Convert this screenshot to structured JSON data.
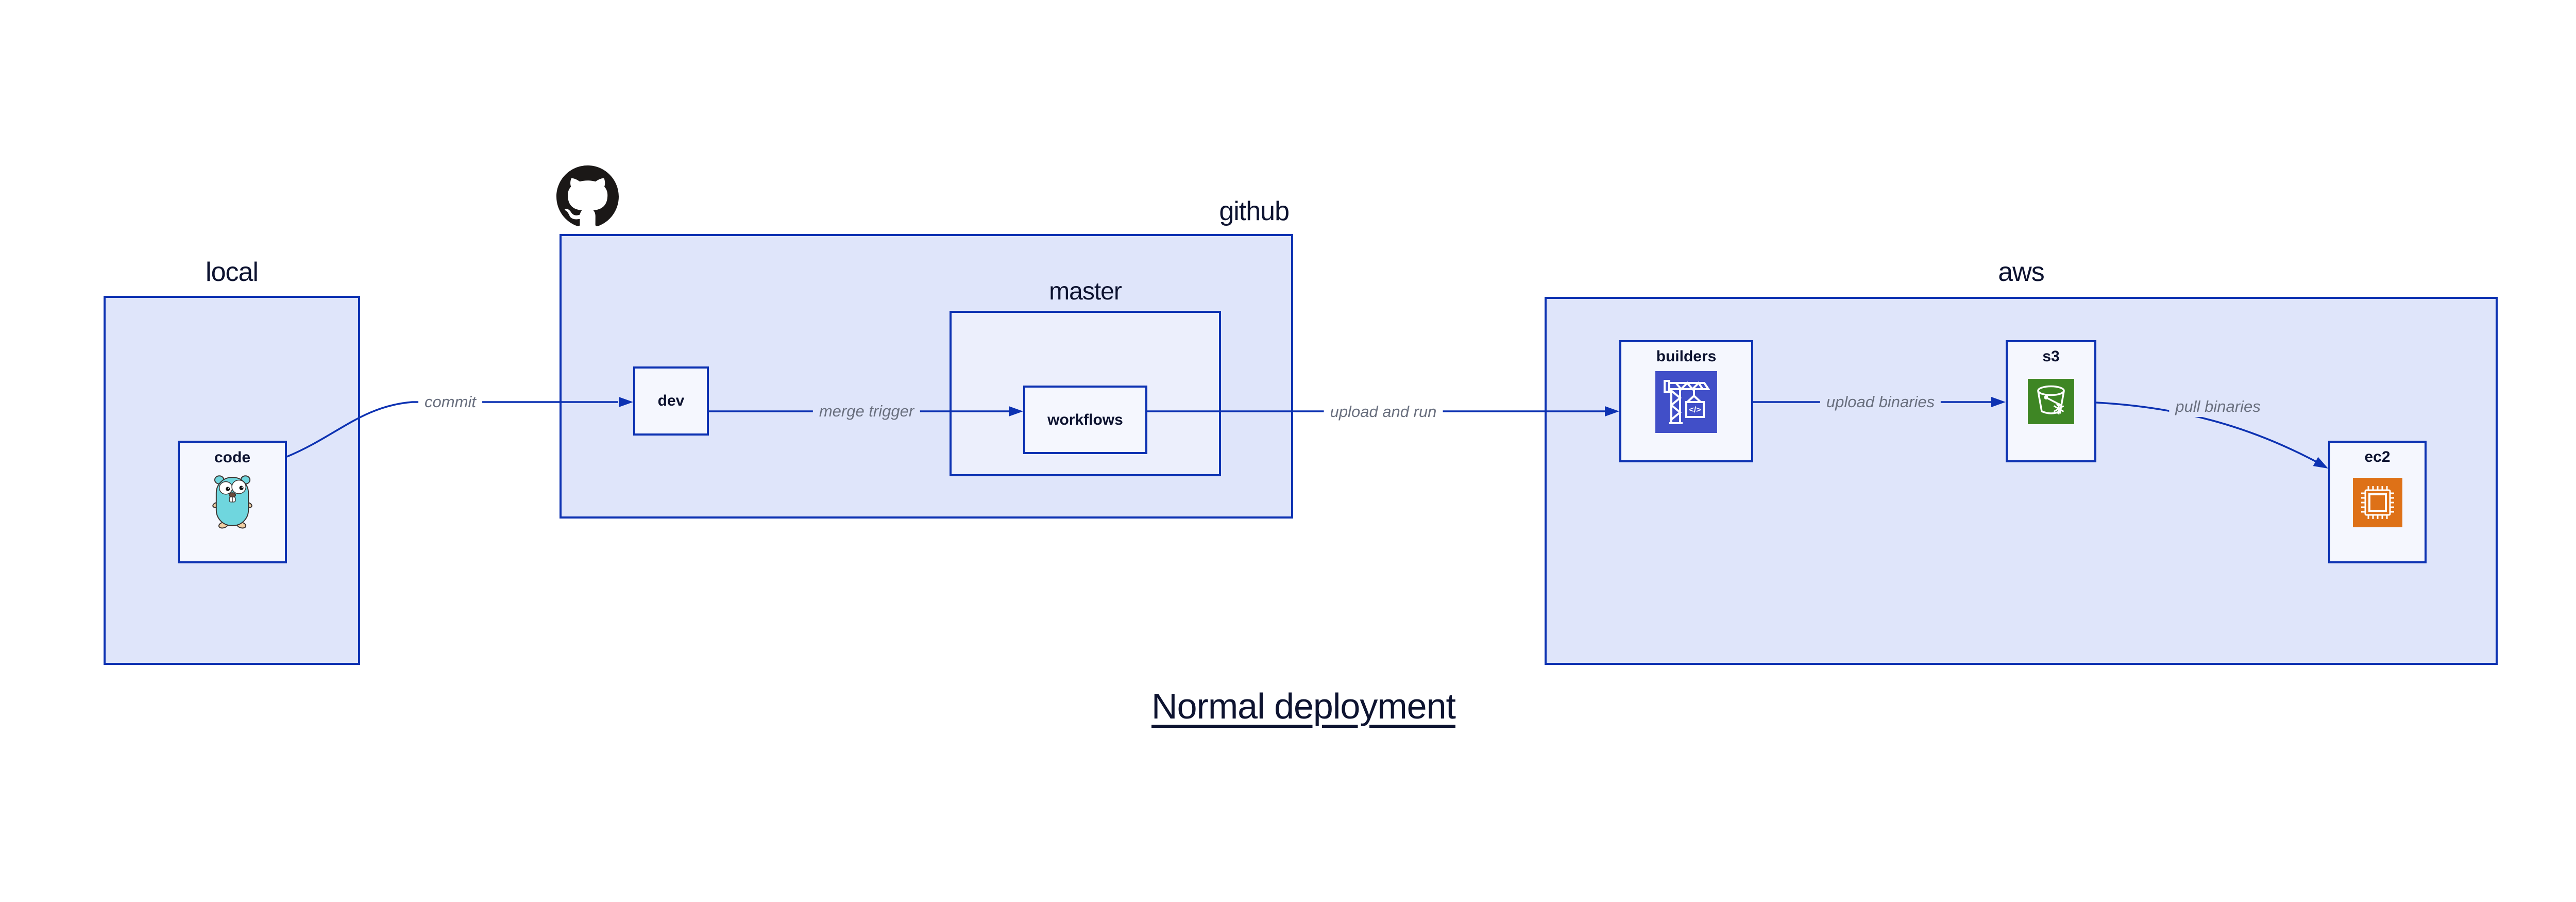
{
  "title": "Normal deployment",
  "containers": {
    "local": {
      "label": "local"
    },
    "github": {
      "label": "github"
    },
    "master": {
      "label": "master"
    },
    "aws": {
      "label": "aws"
    }
  },
  "nodes": {
    "code": {
      "label": "code",
      "icon": "go-gopher-icon"
    },
    "dev": {
      "label": "dev"
    },
    "workflows": {
      "label": "workflows"
    },
    "builders": {
      "label": "builders",
      "icon": "codebuild-crane-icon",
      "icon_glyph": "</>"
    },
    "s3": {
      "label": "s3",
      "icon": "s3-bucket-icon"
    },
    "ec2": {
      "label": "ec2",
      "icon": "ec2-chip-icon"
    }
  },
  "edges": {
    "commit": {
      "label": "commit",
      "from": "code",
      "to": "dev"
    },
    "merge_trigger": {
      "label": "merge trigger",
      "from": "dev",
      "to": "workflows"
    },
    "upload_and_run": {
      "label": "upload and run",
      "from": "workflows",
      "to": "builders"
    },
    "upload_binaries": {
      "label": "upload binaries",
      "from": "builders",
      "to": "s3"
    },
    "pull_binaries": {
      "label": "pull binaries",
      "from": "s3",
      "to": "ec2"
    }
  },
  "colors": {
    "edge_and_border": "#0D32B2",
    "container_fill": "#dfe5fa",
    "nested_container_fill": "#eceffc",
    "node_fill": "#f5f7fe",
    "dark_text": "#0d1330",
    "edge_label_text": "#696f7e",
    "builders_icon_bg": "#414fc8",
    "s3_icon_bg": "#3e8624",
    "ec2_icon_bg": "#de7117",
    "gopher_body": "#6fd6de",
    "octocat": "#1b1817"
  }
}
